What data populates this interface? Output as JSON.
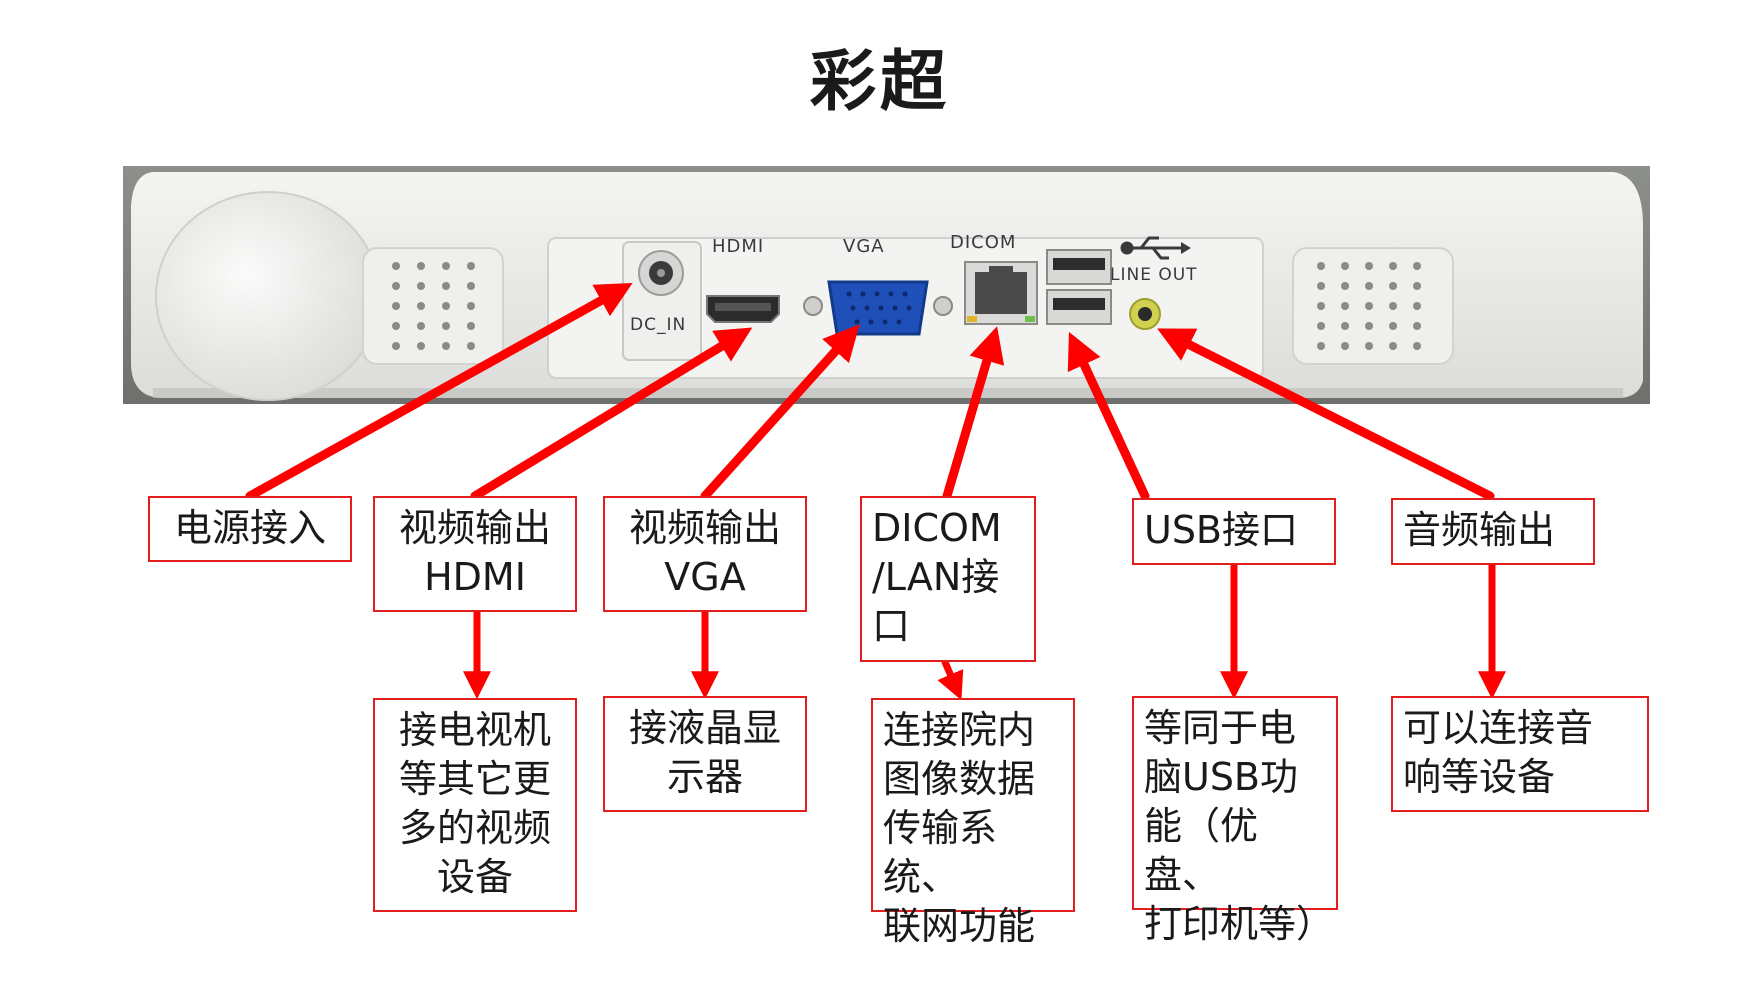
{
  "title": "彩超",
  "port_labels": {
    "hdmi": "HDMI",
    "vga": "VGA",
    "dicom": "DICOM",
    "line_out": "LINE OUT",
    "dc_in": "DC_IN"
  },
  "components": [
    {
      "id": "power",
      "label": "电源接入"
    },
    {
      "id": "hdmi",
      "label": "视频输出\nHDMI",
      "description": "接电视机\n等其它更\n多的视频\n设备"
    },
    {
      "id": "vga",
      "label": "视频输出\nVGA",
      "description": "接液晶显\n示器"
    },
    {
      "id": "dicom",
      "label": "DICOM\n/LAN接\n口",
      "description": "连接院内\n图像数据\n传输系统、\n联网功能"
    },
    {
      "id": "usb",
      "label": "USB接口",
      "description": "等同于电\n脑USB功\n能（优盘、\n打印机等）"
    },
    {
      "id": "audio",
      "label": "音频输出",
      "description": "可以连接音\n响等设备"
    }
  ],
  "colors": {
    "accent": "#e21e1e",
    "device_body": "#ececea",
    "port_panel": "#f3f3f1"
  },
  "icons": [
    "usb-icon",
    "dc-power-jack-icon",
    "hdmi-port-icon",
    "vga-port-icon",
    "ethernet-port-icon",
    "usb-port-icon",
    "audio-jack-icon"
  ]
}
